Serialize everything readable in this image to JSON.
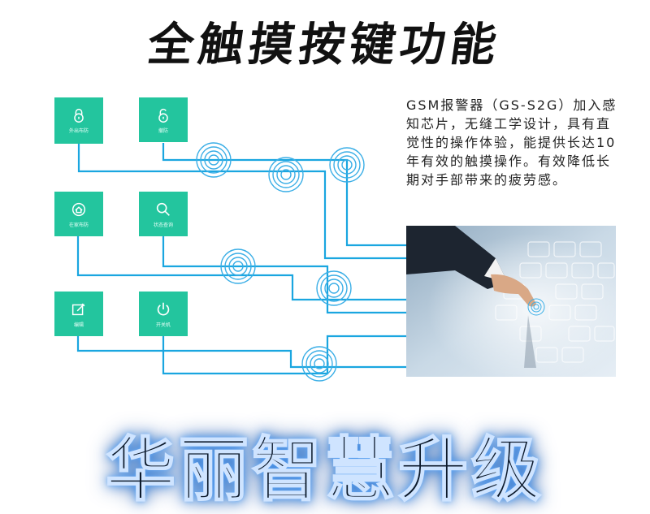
{
  "title": "全触摸按键功能",
  "description": "GSM报警器（GS-S2G）加入感知芯片，无缝工学设计，具有直觉性的操作体验，能提供长达10年有效的触摸操作。有效降低长期对手部带来的疲劳感。",
  "buttons": [
    {
      "id": "arm",
      "label": "外出布防",
      "icon": "lock-closed-icon"
    },
    {
      "id": "disarm",
      "label": "撤防",
      "icon": "lock-open-icon"
    },
    {
      "id": "home",
      "label": "在家布防",
      "icon": "home-arm-icon"
    },
    {
      "id": "query",
      "label": "状态查询",
      "icon": "search-icon"
    },
    {
      "id": "edit",
      "label": "编辑",
      "icon": "edit-icon"
    },
    {
      "id": "power",
      "label": "开关机",
      "icon": "power-icon"
    }
  ],
  "banner": "华丽智慧升级",
  "colors": {
    "button": "#23c59e",
    "wire": "#1aa6e0",
    "ripple": "#3aaee6"
  }
}
